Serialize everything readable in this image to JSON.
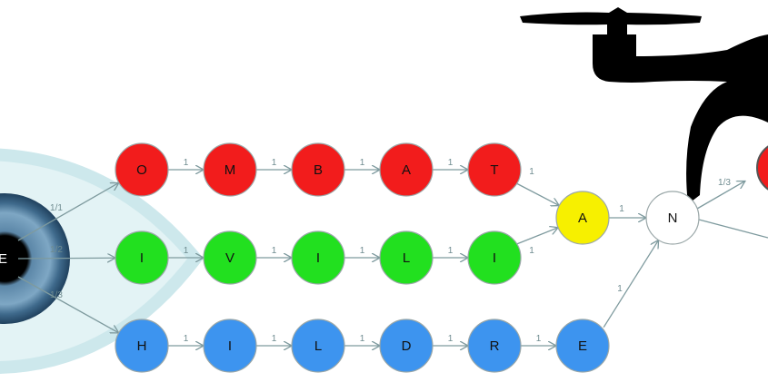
{
  "colors": {
    "red": "#f21c1c",
    "green": "#22e01f",
    "blue": "#3d94ef",
    "yellow": "#f7f000",
    "white": "#ffffff",
    "edge": "#7e9a9e"
  },
  "rows": [
    {
      "color": "red",
      "nodes": [
        "O",
        "M",
        "B",
        "A",
        "T"
      ],
      "edge_labels": [
        "1",
        "1",
        "1",
        "1"
      ],
      "to_next": "1"
    },
    {
      "color": "green",
      "nodes": [
        "I",
        "V",
        "I",
        "L",
        "I"
      ],
      "edge_labels": [
        "1",
        "1",
        "1",
        "1"
      ],
      "to_next": "1"
    },
    {
      "color": "blue",
      "nodes": [
        "H",
        "I",
        "L",
        "D",
        "R",
        "E"
      ],
      "edge_labels": [
        "1",
        "1",
        "1",
        "1",
        "1"
      ],
      "to_next": "1"
    }
  ],
  "eye_edges": [
    "1/1",
    "1/2",
    "1/3"
  ],
  "eye_label": "E",
  "merge_node": {
    "label": "A",
    "color": "yellow"
  },
  "final_node": {
    "label": "N",
    "color": "white"
  },
  "merge_edge_label": "1",
  "out_edge_label": "1/3"
}
